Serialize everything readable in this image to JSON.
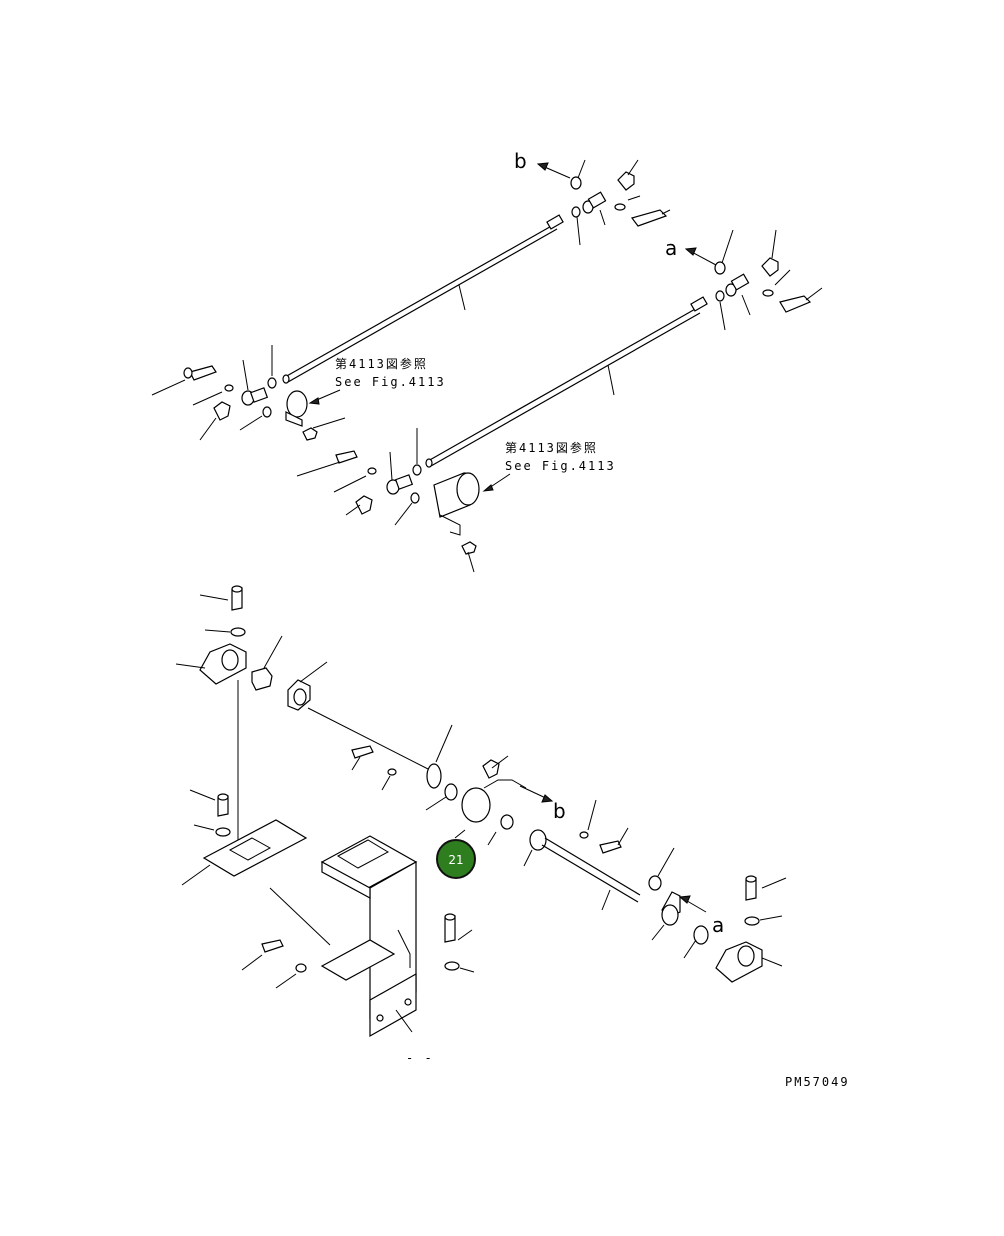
{
  "drawing": {
    "ref_top_jp": "第4113図参照",
    "ref_top_en": "See Fig.4113",
    "ref_mid_jp": "第4113図参照",
    "ref_mid_en": "See Fig.4113",
    "letter_b_top": "b",
    "letter_a_top": "a",
    "letter_b_mid": "b",
    "letter_a_mid": "a",
    "drawing_number": "PM57049",
    "bottom_mark": "- -"
  },
  "callouts": [
    {
      "label": "21",
      "color": "#2e7d1f",
      "border": "#111111"
    }
  ]
}
